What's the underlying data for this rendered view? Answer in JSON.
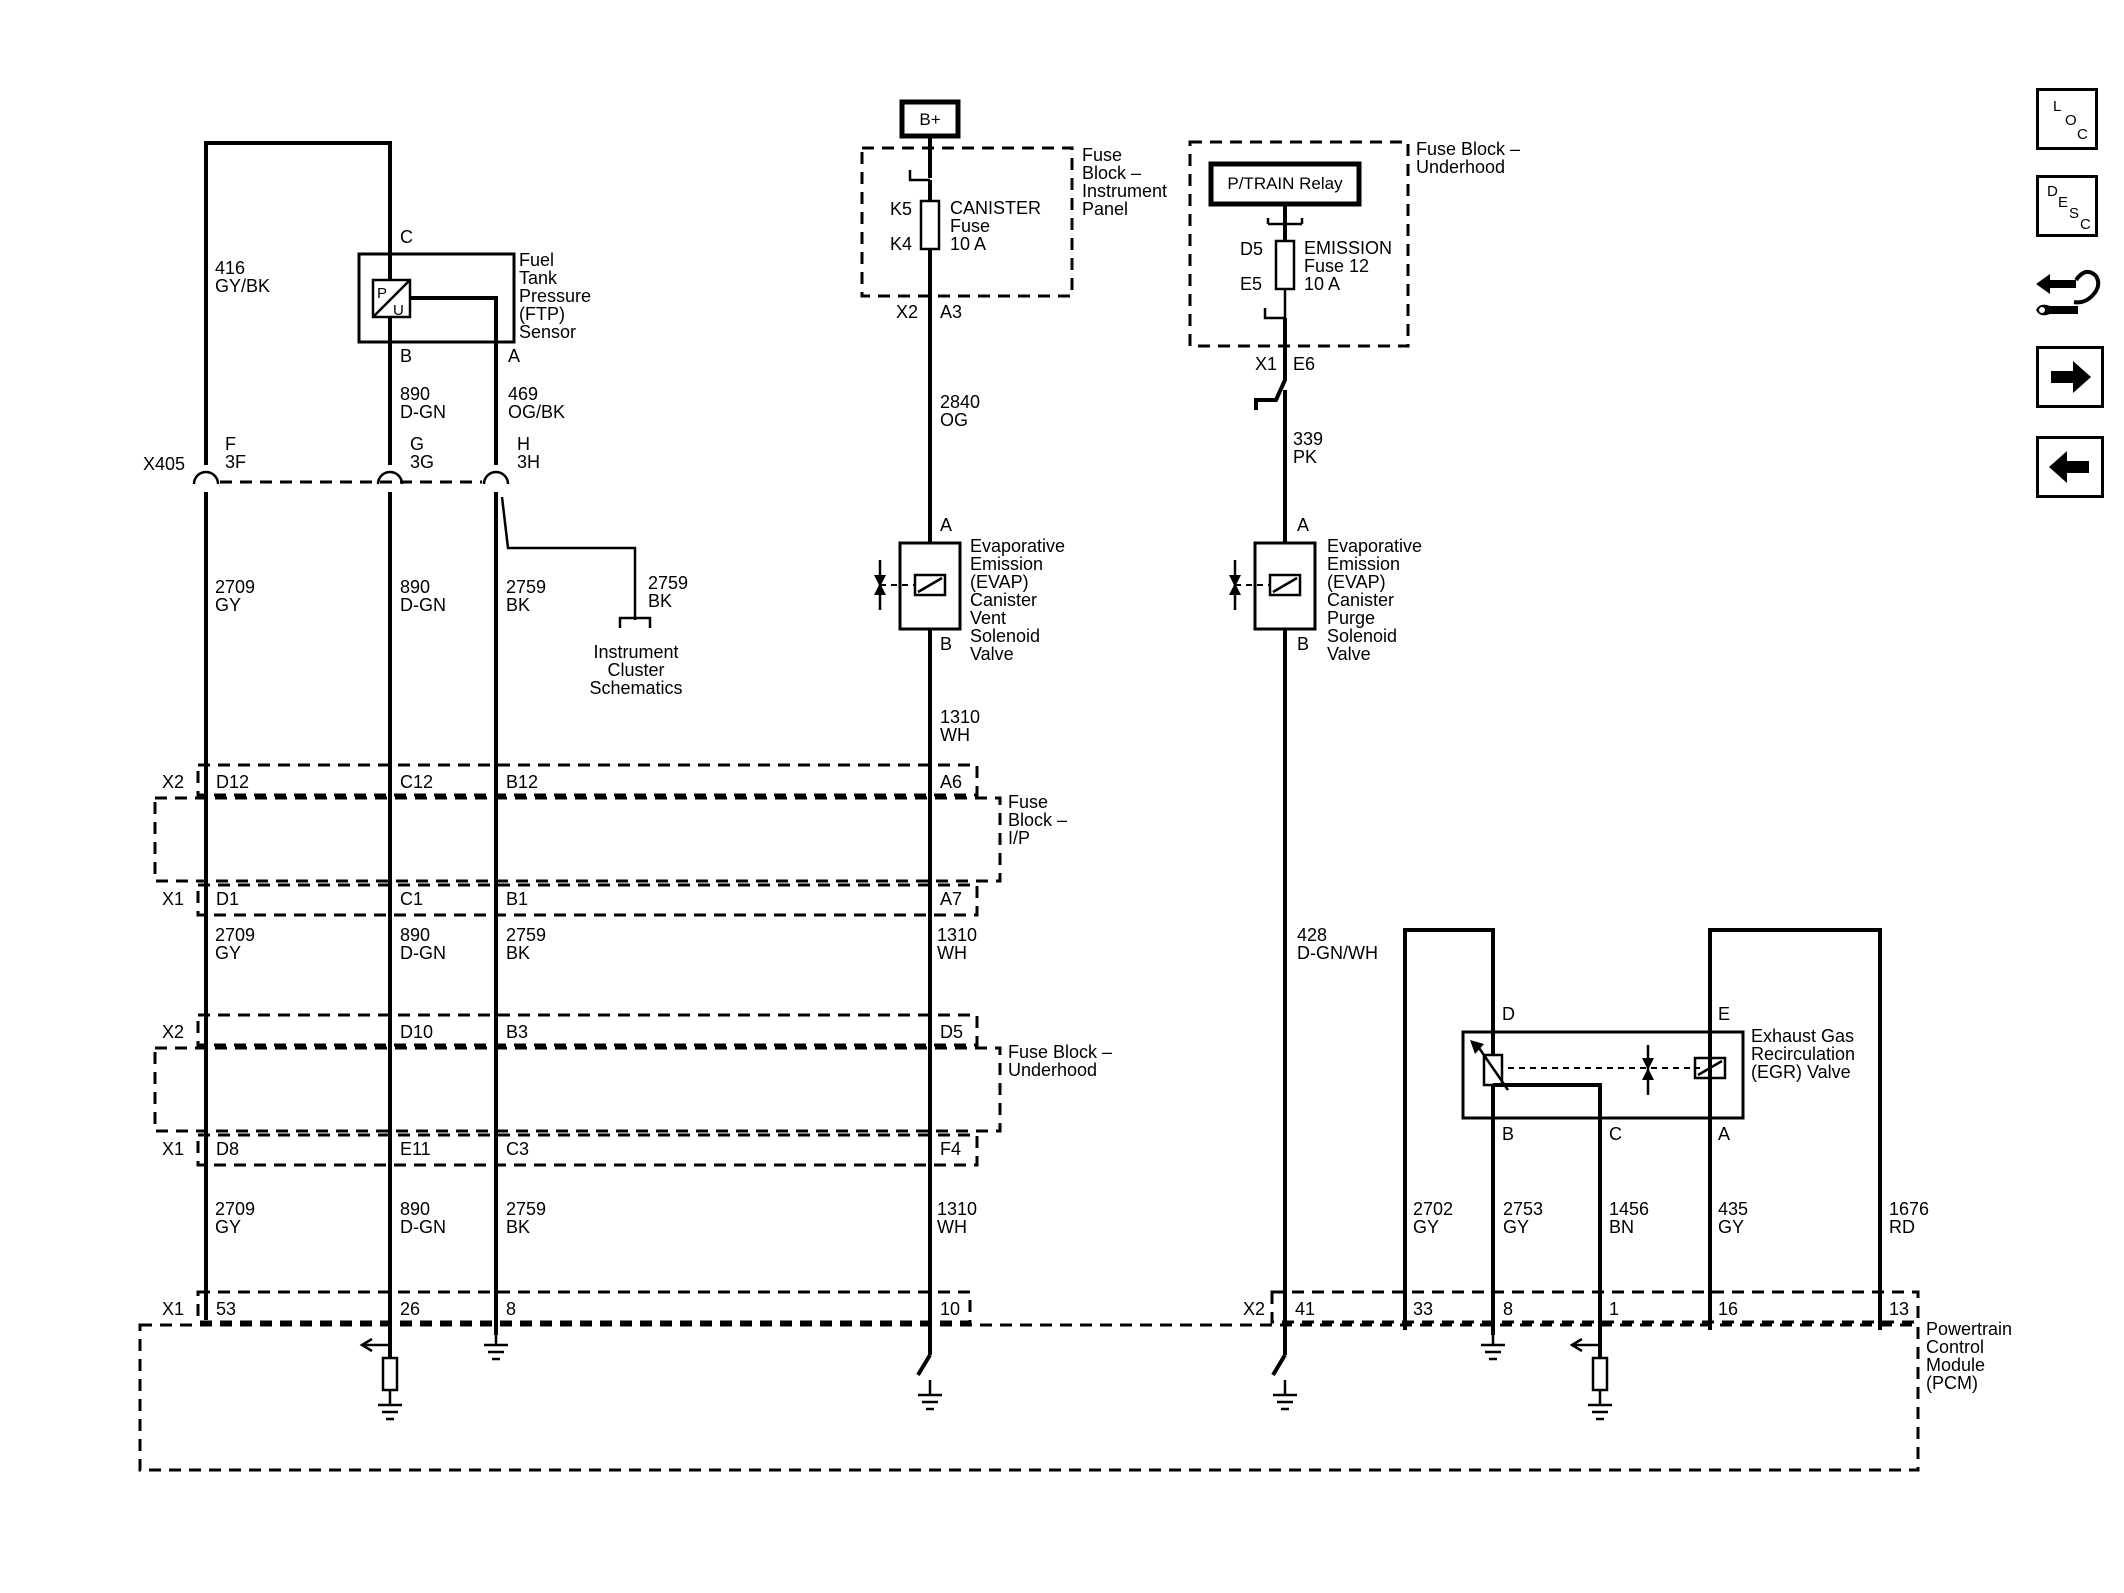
{
  "nav": {
    "loc": {
      "l": "L",
      "o": "O",
      "c": "C"
    },
    "desc": {
      "d": "D",
      "e": "E",
      "s": "S",
      "c": "C"
    }
  },
  "x405": "X405",
  "ftp": {
    "name": [
      "Fuel",
      "Tank",
      "Pressure",
      "(FTP)",
      "Sensor"
    ],
    "pin_c": "C",
    "pin_b": "B",
    "pin_a": "A",
    "sym_p": "P",
    "sym_u": "U",
    "wire_c": [
      "416",
      "GY/BK"
    ],
    "wire_b": [
      "890",
      "D-GN"
    ],
    "wire_a": [
      "469",
      "OG/BK"
    ]
  },
  "x405_pins": [
    [
      "F",
      "3F"
    ],
    [
      "G",
      "3G"
    ],
    [
      "H",
      "3H"
    ]
  ],
  "instrument": {
    "wire": [
      "2759",
      "BK"
    ],
    "label": [
      "Instrument",
      "Cluster",
      "Schematics"
    ]
  },
  "circuits": {
    "c2709": [
      "2709",
      "GY"
    ],
    "c890": [
      "890",
      "D-GN"
    ],
    "c2759": [
      "2759",
      "BK"
    ],
    "c1310": [
      "1310",
      "WH"
    ]
  },
  "bplus": "B+",
  "fuse_ip": {
    "label": [
      "Fuse",
      "Block –",
      "Instrument",
      "Panel"
    ],
    "k5": "K5",
    "k4": "K4",
    "fuse": [
      "CANISTER",
      "Fuse",
      "10 A"
    ],
    "x2": "X2",
    "a3": "A3",
    "wire": [
      "2840",
      "OG"
    ]
  },
  "vent": {
    "pin_a": "A",
    "pin_b": "B",
    "label": [
      "Evaporative",
      "Emission",
      "(EVAP)",
      "Canister",
      "Vent",
      "Solenoid",
      "Valve"
    ]
  },
  "fuse_uh": {
    "label": [
      "Fuse Block –",
      "Underhood"
    ],
    "relay": "P/TRAIN Relay",
    "d5": "D5",
    "e5": "E5",
    "fuse": [
      "EMISSION",
      "Fuse 12",
      "10 A"
    ],
    "x1": "X1",
    "e6": "E6",
    "wire": [
      "339",
      "PK"
    ]
  },
  "purge": {
    "pin_a": "A",
    "pin_b": "B",
    "label": [
      "Evaporative",
      "Emission",
      "(EVAP)",
      "Canister",
      "Purge",
      "Solenoid",
      "Valve"
    ]
  },
  "bus1": {
    "top_conn": "X2",
    "bot_conn": "X1",
    "top_pins": [
      "D12",
      "C12",
      "B12",
      "A6"
    ],
    "bot_pins": [
      "D1",
      "C1",
      "B1",
      "A7"
    ],
    "label": [
      "Fuse",
      "Block –",
      "I/P"
    ]
  },
  "bus2": {
    "top_conn": "X2",
    "bot_conn": "X1",
    "top_pins": [
      "D10",
      "B3",
      "D5"
    ],
    "bot_pins": [
      "D8",
      "E11",
      "C3",
      "F4"
    ],
    "label": [
      "Fuse Block –",
      "Underhood"
    ]
  },
  "wire428": [
    "428",
    "D-GN/WH"
  ],
  "egr": {
    "label": [
      "Exhaust Gas",
      "Recirculation",
      "(EGR) Valve"
    ],
    "pin_d": "D",
    "pin_e": "E",
    "pin_b": "B",
    "pin_c": "C",
    "pin_a": "A",
    "wires": [
      [
        "2702",
        "GY"
      ],
      [
        "2753",
        "GY"
      ],
      [
        "1456",
        "BN"
      ],
      [
        "435",
        "GY"
      ],
      [
        "1676",
        "RD"
      ]
    ]
  },
  "pcm": {
    "x1": "X1",
    "x2": "X2",
    "pins_left": [
      "53",
      "26",
      "8",
      "10"
    ],
    "pins_right": [
      "41",
      "33",
      "8",
      "1",
      "16",
      "13"
    ],
    "label": [
      "Powertrain",
      "Control",
      "Module",
      "(PCM)"
    ]
  }
}
